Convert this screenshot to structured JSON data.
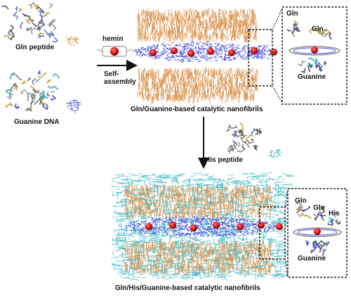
{
  "labels": {
    "gln_peptide": "Gln peptide",
    "guanine_dna": "Guanine DNA",
    "hemin": "hemin",
    "self_assembly": "Self-\nassembly",
    "fibril1_caption": "Gln/Guanine-based catalytic nanofibrils",
    "his_peptide": "His peptide",
    "fibril2_caption": "Gln/His/Guanine-based  catalytic nanofibrils",
    "inset1_gln_a": "Gln",
    "inset1_gln_b": "Gln",
    "inset1_guanine": "Guanine",
    "inset2_gln_a": "Gln",
    "inset2_gln_b": "Gln",
    "inset2_his": "His",
    "inset2_guanine": "Guanine"
  },
  "colors": {
    "peptide_orange": "#d9904a",
    "his_cyan": "#3fb9c4",
    "dna_blue": "#4a4ed8",
    "heme_red": "#e01616",
    "atom_grey": "#9a9a9a",
    "inset_border": "#222222"
  }
}
